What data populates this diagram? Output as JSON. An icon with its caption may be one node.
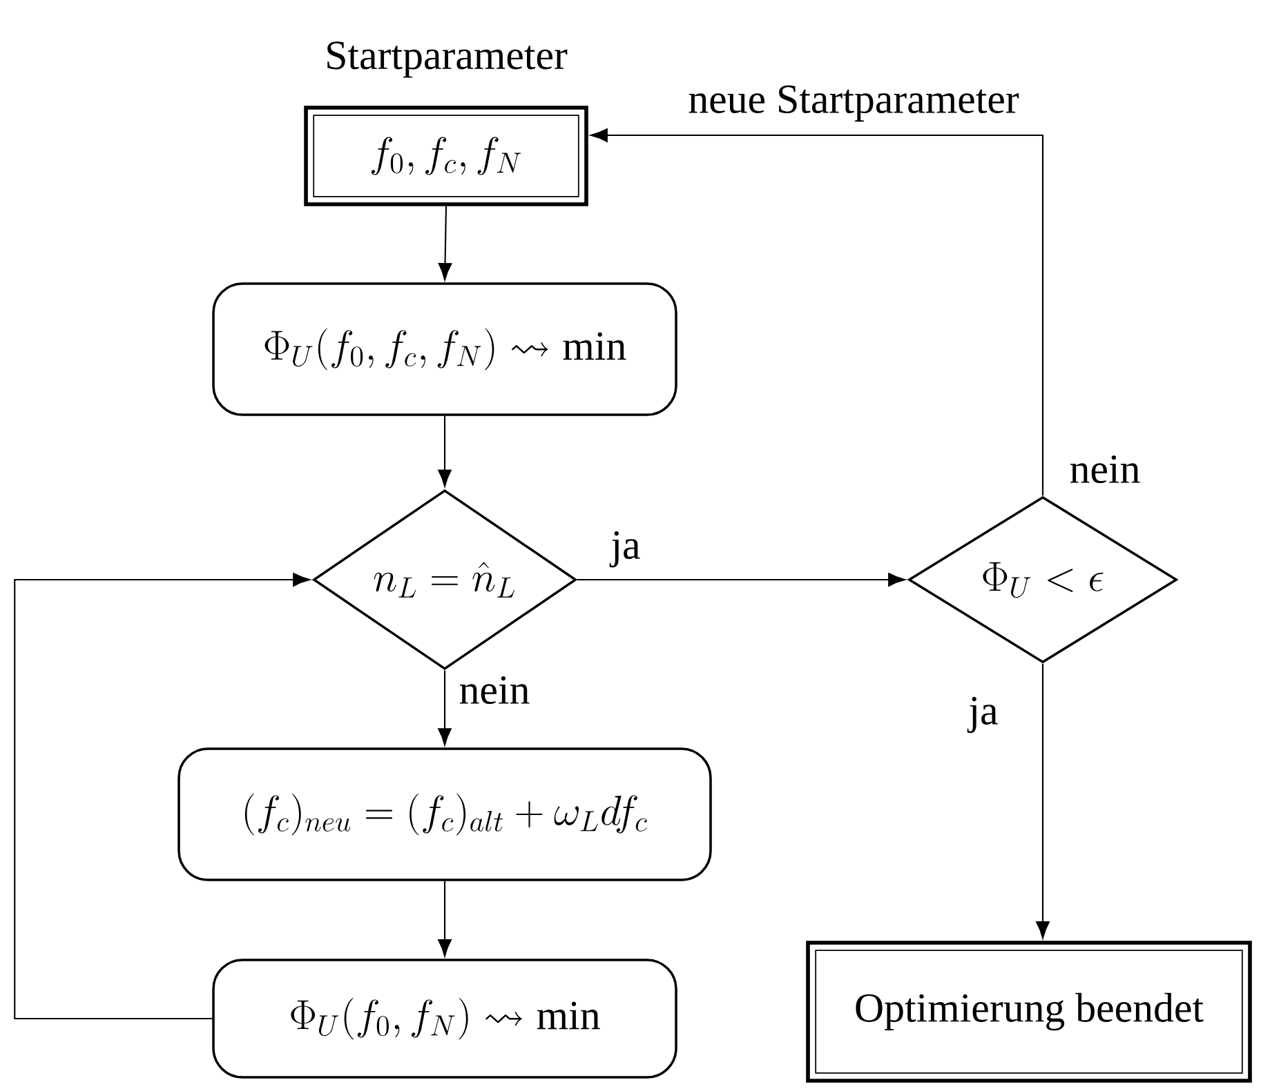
{
  "diagram": {
    "nodes": [
      {
        "text": [
          "Startparameter",
          "f_0, f_c, f_N"
        ]
      },
      {
        "text": [
          "\\Phi_U(f_0, f_c, f_N) \\rightsquigarrow \\min"
        ]
      },
      {
        "text": [
          "n_L = \\hat{n}_L"
        ]
      },
      {
        "text": [
          "(f_c)_{neu} = (f_c)_{alt} + \\omega_L df_c"
        ]
      },
      {
        "text": [
          "\\Phi_U(f_0, f_N) \\rightsquigarrow \\min"
        ]
      },
      {
        "text": [
          "\\Phi_U < \\epsilon"
        ]
      },
      {
        "text": [
          "Optimierung beendet"
        ]
      }
    ],
    "edges": [
      {
        "from": 0,
        "to": 1,
        "arrow": "to"
      },
      {
        "from": 1,
        "to": 2,
        "arrow": "to"
      },
      {
        "from": 2,
        "to": 3,
        "arrow": "to",
        "label": "nein"
      },
      {
        "from": 3,
        "to": 4,
        "arrow": "to"
      },
      {
        "from": 4,
        "to": 2,
        "arrow": "to"
      },
      {
        "from": 2,
        "to": 5,
        "arrow": "to",
        "label": "ja"
      },
      {
        "from": 5,
        "to": 0,
        "arrow": "to",
        "label": "nein"
      },
      {
        "from": 5,
        "to": 6,
        "arrow": "to",
        "label": "ja"
      }
    ],
    "labels": [
      "neue Startparameter"
    ]
  }
}
